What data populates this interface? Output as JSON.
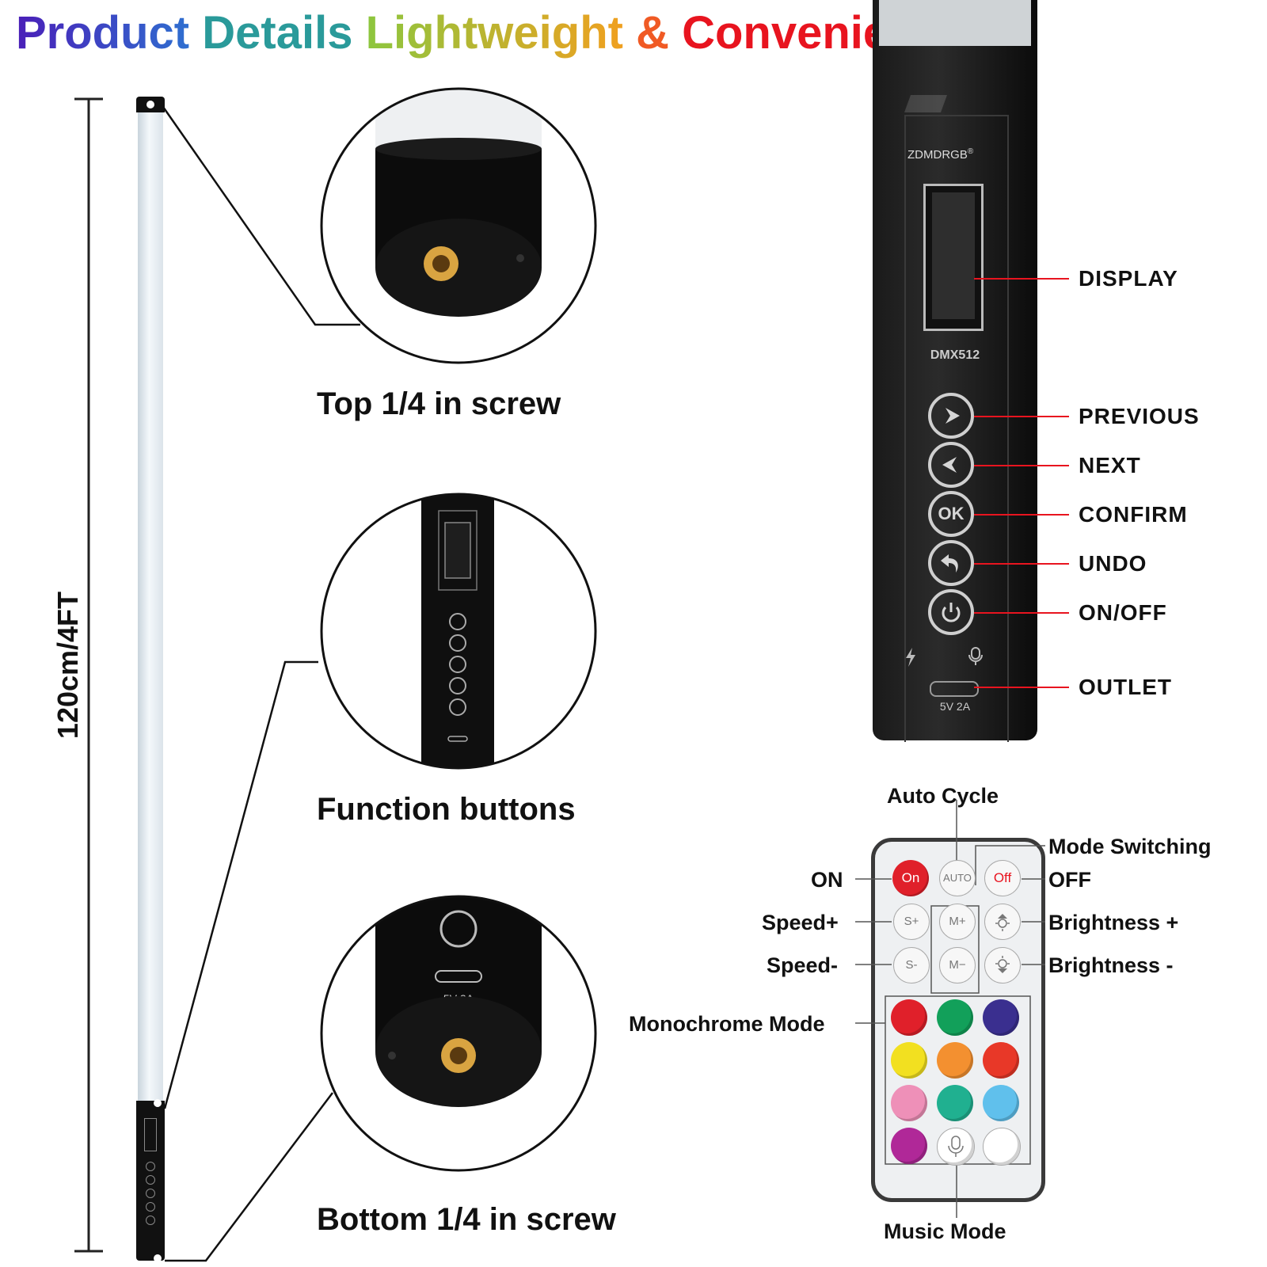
{
  "title": {
    "product": "Product",
    "details": "Details",
    "lightweight": "Lightweight",
    "amp": "&",
    "convenient": "Convenient"
  },
  "dimension": "120cm/4FT",
  "captions": {
    "top": "Top 1/4 in screw",
    "function": "Function buttons",
    "bottom": "Bottom 1/4 in screw"
  },
  "device": {
    "brand": "ZDMDRGB",
    "trademark": "®",
    "model": "DMX512",
    "ok": "OK",
    "power_rating": "5V 2A"
  },
  "callouts": [
    "DISPLAY",
    "PREVIOUS",
    "NEXT",
    "CONFIRM",
    "UNDO",
    "ON/OFF",
    "OUTLET"
  ],
  "remote": {
    "labels": {
      "auto_cycle": "Auto Cycle",
      "mode_switching": "Mode Switching",
      "on": "ON",
      "off": "OFF",
      "speed_plus": "Speed+",
      "speed_minus": "Speed-",
      "brightness_plus": "Brightness +",
      "brightness_minus": "Brightness -",
      "monochrome": "Monochrome Mode",
      "music": "Music Mode"
    },
    "buttons": {
      "on": "On",
      "auto": "AUTO",
      "off": "Off",
      "s_plus": "S+",
      "m_plus": "M+",
      "s_minus": "S-",
      "m_minus": "M−"
    },
    "colors": [
      "#e0202a",
      "#12a05a",
      "#3a2f8f",
      "#f2e020",
      "#f39030",
      "#e83828",
      "#ee90b8",
      "#20b090",
      "#60c0ec",
      "#b02898",
      "#ffffff",
      "#ffffff"
    ],
    "accent_red": "#e8141f"
  },
  "icons": [
    "chevron-right-icon",
    "chevron-left-icon",
    "ok-icon",
    "undo-icon",
    "power-icon",
    "bolt-icon",
    "mic-icon",
    "sun-icon"
  ]
}
